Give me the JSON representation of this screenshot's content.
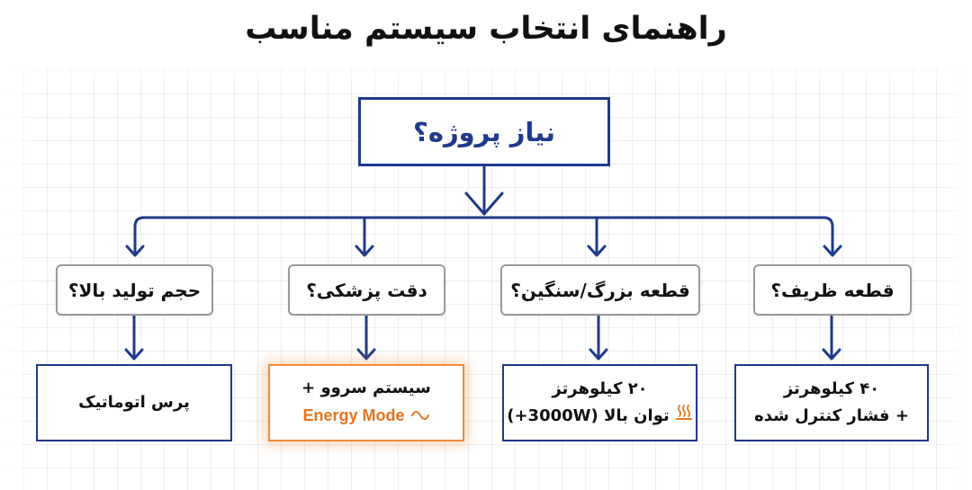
{
  "title": "راهنمای انتخاب سیستم مناسب",
  "root": {
    "label": "نیاز پروژه؟"
  },
  "branches": [
    {
      "question": "قطعه ظریف؟",
      "result": {
        "line1": "۴۰ کیلوهرتز",
        "line2": "+ فشار کنترل شده"
      }
    },
    {
      "question": "قطعه بزرگ/سنگین؟",
      "result": {
        "line1": "۲۰ کیلوهرتز",
        "line2": "توان بالا (3000W+)",
        "line2_icon": "heat-icon"
      }
    },
    {
      "question": "دقت پزشکی؟",
      "result": {
        "line1": "سیستم سروو +",
        "line2": "Energy Mode",
        "line2_icon": "sine-wave-icon"
      }
    },
    {
      "question": "حجم تولید بالا؟",
      "result": {
        "line1": "پرس اتوماتیک"
      }
    }
  ],
  "colors": {
    "navy": "#1f3a8a",
    "accent": "#e8741c",
    "question_border": "#9a9a9a"
  }
}
